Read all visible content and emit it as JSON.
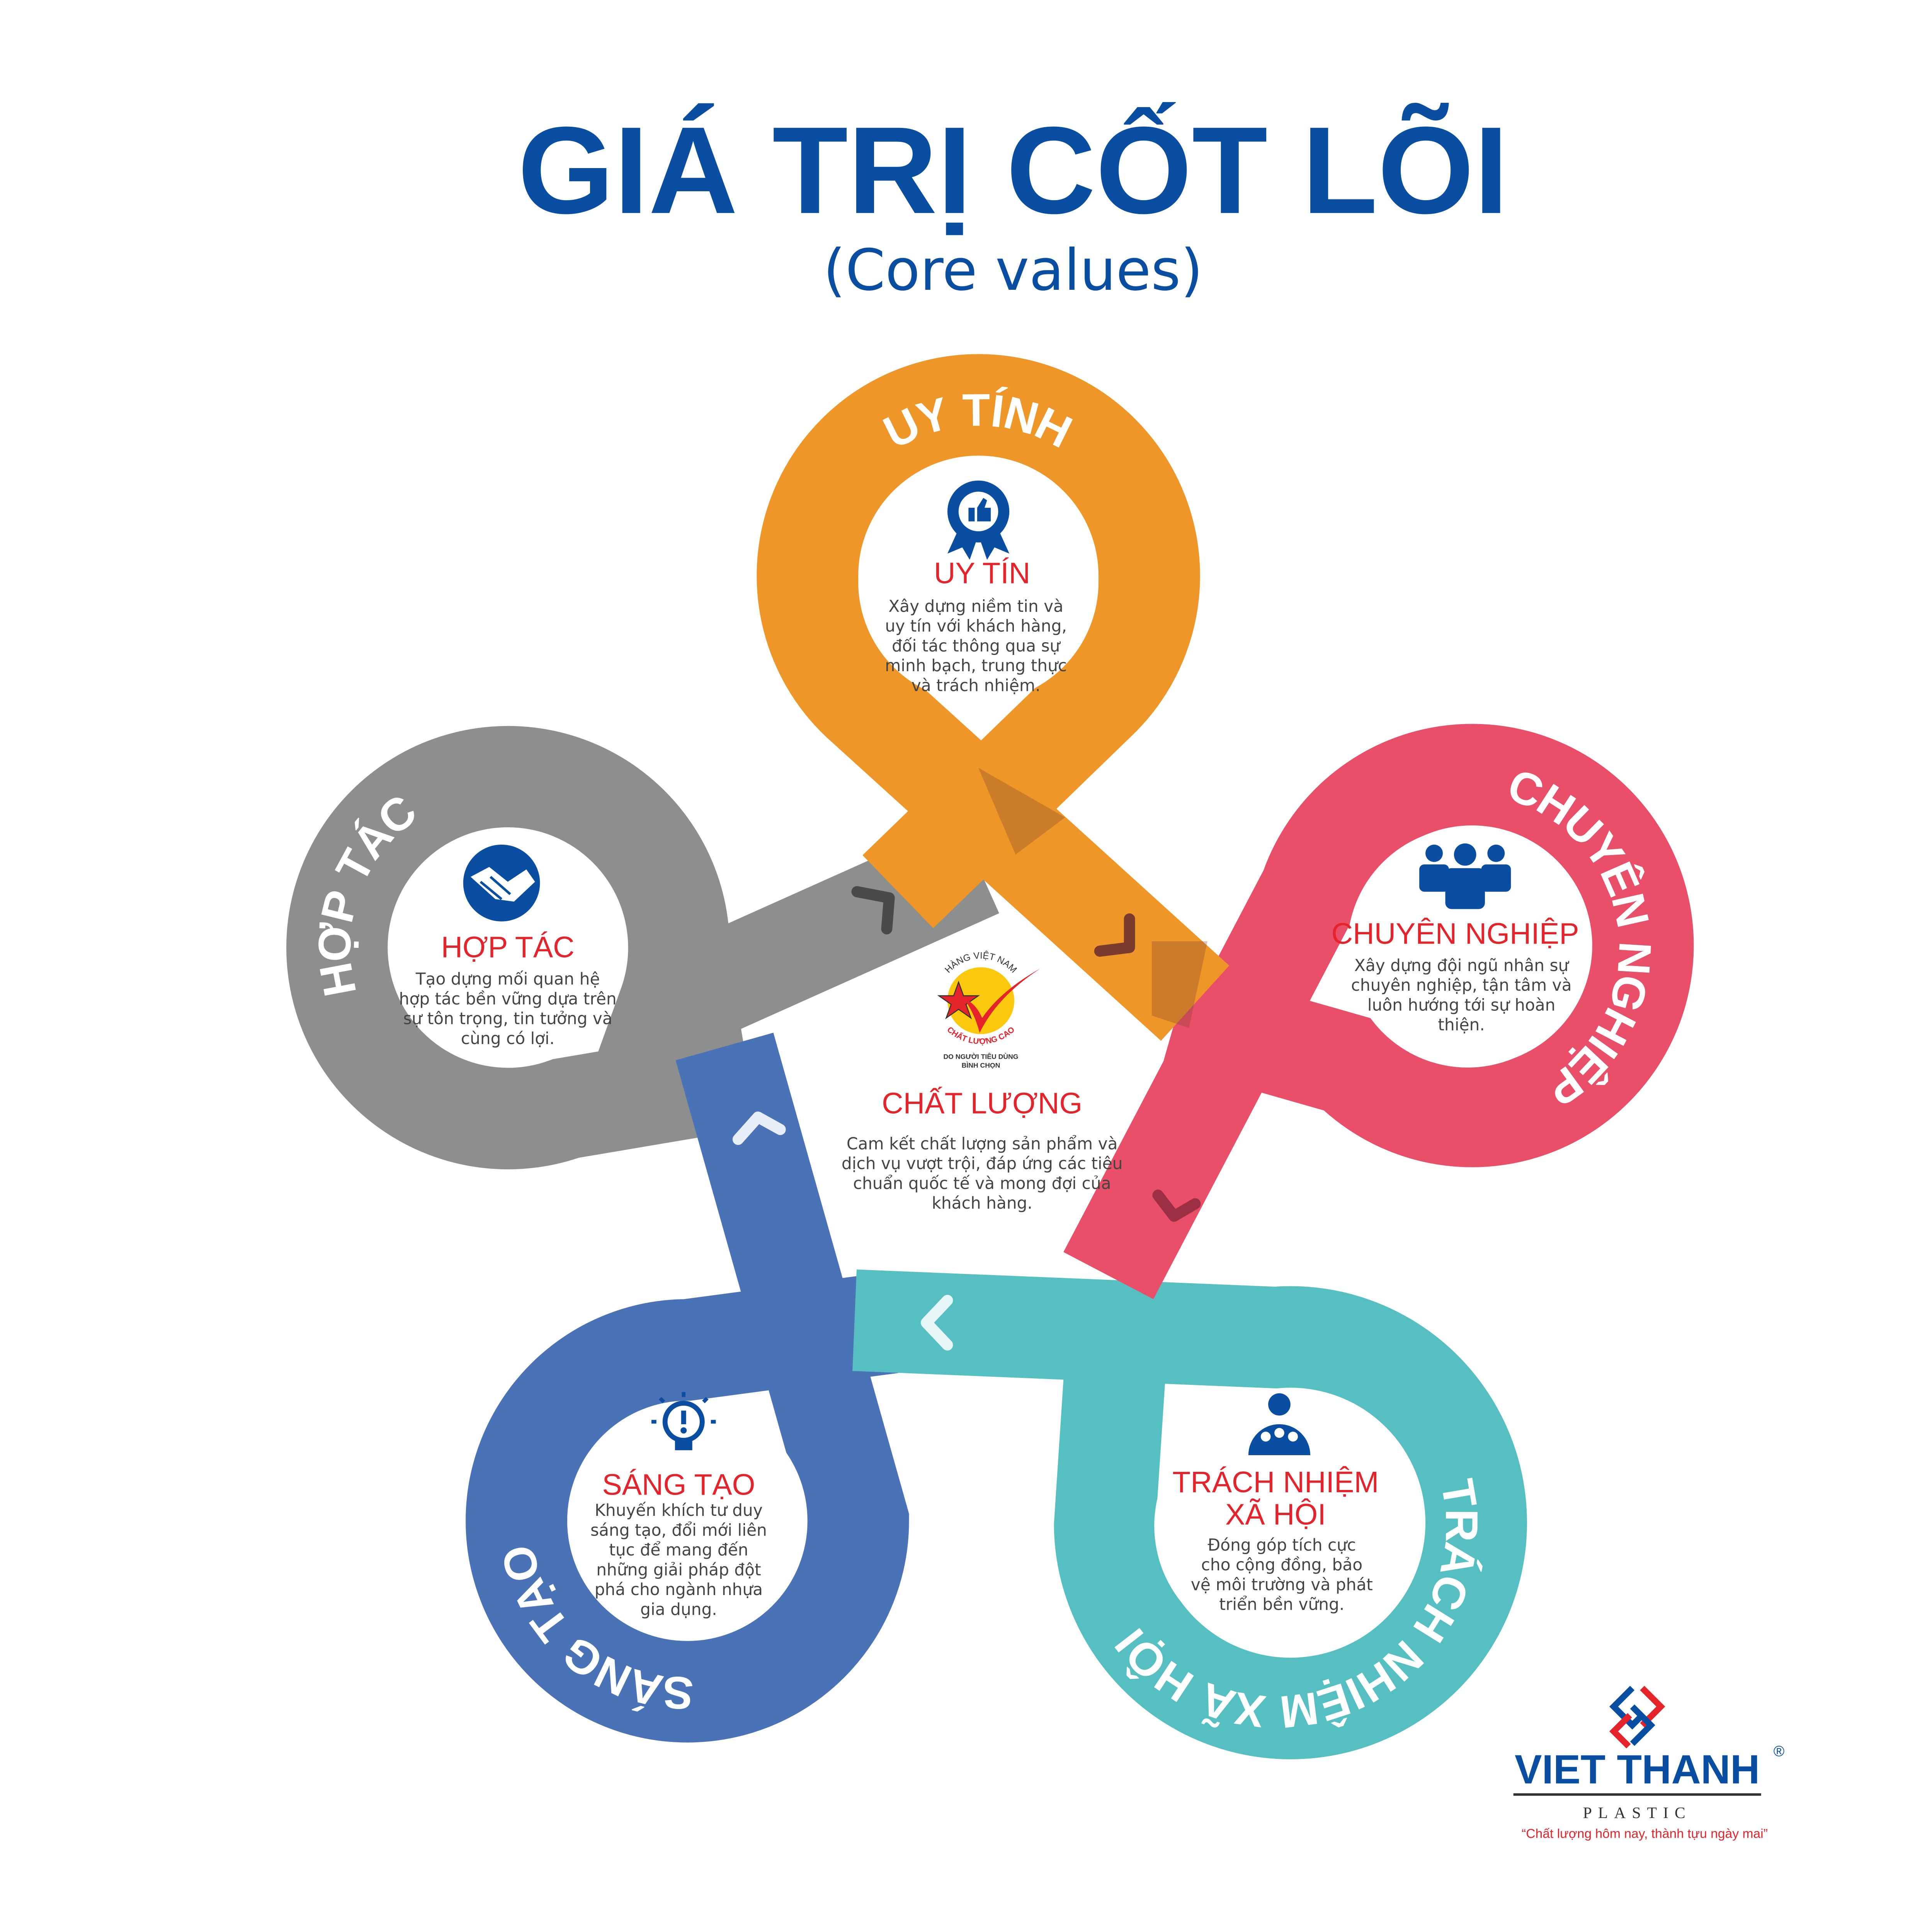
{
  "header": {
    "title": "GIÁ TRỊ CỐT LÕI",
    "subtitle": "(Core values)"
  },
  "colors": {
    "title": "#0a4ea2",
    "value_title": "#e5232a",
    "body_text": "#444444",
    "orange": "#ee9627",
    "gray": "#8c8f8e",
    "red": "#e94f68",
    "teal": "#55bfc2",
    "blue": "#4a72b6"
  },
  "values": {
    "uy_tin": {
      "ribbon_label": "UY TÍNH",
      "title": "UY TÍN",
      "icon": "thumbs-up-badge-icon",
      "body": [
        "Xây dựng niềm tin và",
        "uy tín với khách hàng,",
        "đối tác thông qua sự",
        "minh bạch, trung thực",
        "và trách nhiệm."
      ]
    },
    "hop_tac": {
      "ribbon_label": "HỢP TÁC",
      "title": "HỢP TÁC",
      "icon": "handshake-icon",
      "body": [
        "Tạo dựng mối quan hệ",
        "hợp tác bền vững dựa trên",
        "sự tôn trọng, tin tưởng và",
        "cùng có lợi."
      ]
    },
    "chuyen_nghiep": {
      "ribbon_label": "CHUYÊN NGHIỆP",
      "title": "CHUYÊN NGHIỆP",
      "icon": "team-icon",
      "body": [
        "Xây dựng đội ngũ nhân sự",
        "chuyên nghiệp, tận tâm và",
        "luôn hướng tới sự hoàn",
        "thiện."
      ]
    },
    "sang_tao": {
      "ribbon_label": "SÁNG TẠO",
      "title": "SÁNG TẠO",
      "icon": "lightbulb-icon",
      "body": [
        "Khuyến khích tư duy",
        "sáng tạo, đổi mới liên",
        "tục để mang đến",
        "những giải pháp đột",
        "phá cho ngành nhựa",
        "gia dụng."
      ]
    },
    "trach_nhiem": {
      "ribbon_label": "TRÁCH NHIỆM XÃ HỘI",
      "title_lines": [
        "TRÁCH NHIỆM",
        "XÃ HỘI"
      ],
      "icon": "community-icon",
      "body": [
        "Đóng góp tích cực",
        "cho cộng đồng, bảo",
        "vệ môi trường và phát",
        "triển bền vững."
      ]
    }
  },
  "center": {
    "badge": {
      "arc_top": "HÀNG VIỆT NAM",
      "arc_bottom": "CHẤT LƯỢNG CAO",
      "caption": [
        "DO NGƯỜI TIÊU DÙNG",
        "BÌNH CHỌN"
      ]
    },
    "title": "CHẤT LƯỢNG",
    "body": [
      "Cam kết chất lượng sản phẩm và",
      "dịch vụ vượt trội, đáp ứng các tiêu",
      "chuẩn quốc tế và mong đợi của",
      "khách hàng."
    ]
  },
  "brand": {
    "name": "VIET THANH",
    "registered": "®",
    "sub": "PLASTIC",
    "tagline": "“Chất lượng hôm nay, thành tựu ngày mai”"
  }
}
